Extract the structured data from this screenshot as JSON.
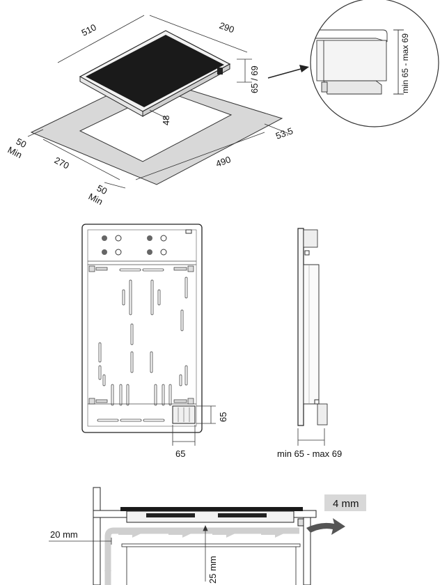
{
  "top_view": {
    "hob_length": "510",
    "hob_width": "290",
    "hob_height": "65 / 69",
    "glass_thickness": "48",
    "cutout_depth_edge": "53.5",
    "cutout_length": "490",
    "cutout_width": "270",
    "min_clearance_left": "50",
    "min_clearance_left_label": "Min",
    "min_clearance_front": "50",
    "min_clearance_front_label": "Min"
  },
  "detail_callout": {
    "label": "min 65 - max 69"
  },
  "bottom_view": {
    "box_width": "65",
    "box_height": "65"
  },
  "side_view": {
    "label": "min 65 - max 69"
  },
  "install_section": {
    "gap_label": "4 mm",
    "side_gap": "20 mm",
    "airflow_gap": "25 mm"
  },
  "colors": {
    "glass": "#1a1a1a",
    "frame": "#d8d8d8",
    "airflow_arrow": "#cfcfcf",
    "callout_arrow": "#555555"
  }
}
